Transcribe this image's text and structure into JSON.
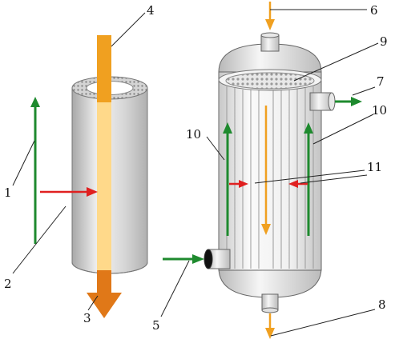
{
  "diagram": {
    "callouts": [
      "1",
      "2",
      "3",
      "4",
      "5",
      "6",
      "7",
      "8",
      "9",
      "10",
      "10",
      "11"
    ]
  },
  "colors": {
    "green_arrow": "#1e8a2e",
    "red_arrow": "#e02020",
    "orange_stream": "#f0a020",
    "orange_light": "#ffd98a",
    "orange_dark": "#e07818",
    "shell_grey": "#d8d8d8",
    "outline": "#555555"
  }
}
